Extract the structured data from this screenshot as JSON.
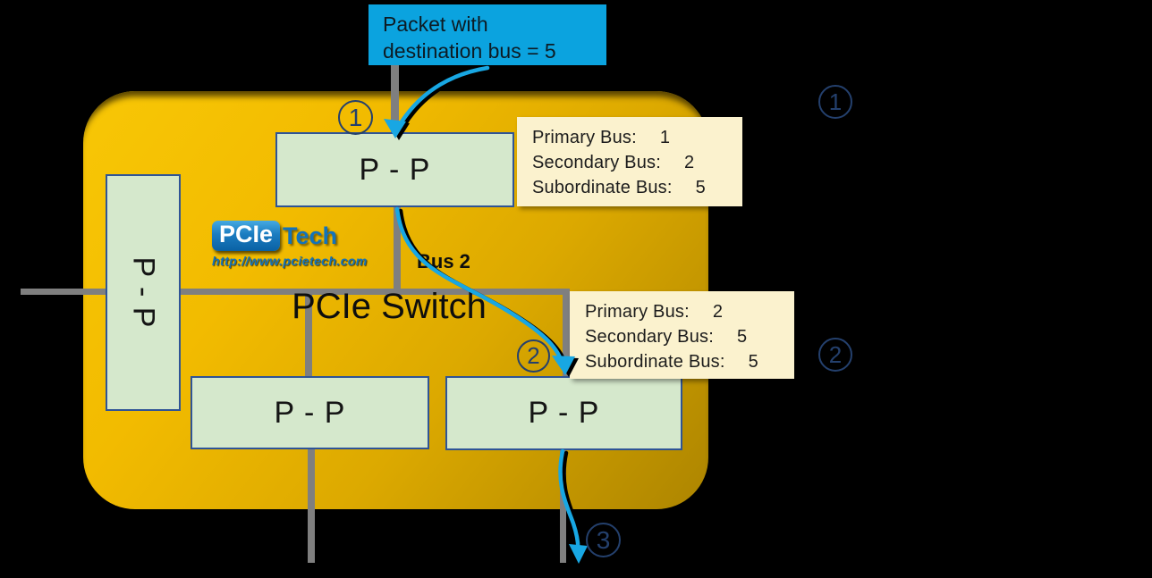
{
  "packet_box": {
    "line1": "Packet with",
    "line2": "destination bus = 5"
  },
  "switch_label": "PCIe Switch",
  "bus_label": "Bus 2",
  "bridges": {
    "top": "P - P",
    "left": "P - P",
    "bottom_left": "P - P",
    "bottom_right": "P - P"
  },
  "annotations": {
    "box1": {
      "rows": [
        {
          "label": "Primary Bus:",
          "value": "1"
        },
        {
          "label": "Secondary Bus:",
          "value": "2"
        },
        {
          "label": "Subordinate Bus:",
          "value": "5"
        }
      ]
    },
    "box2": {
      "rows": [
        {
          "label": "Primary Bus:",
          "value": "2"
        },
        {
          "label": "Secondary Bus:",
          "value": "5"
        },
        {
          "label": "Subordinate Bus:",
          "value": "5"
        }
      ]
    }
  },
  "steps": {
    "diagram": [
      "1",
      "2",
      "3"
    ],
    "margin": [
      "1",
      "2"
    ]
  },
  "logo": {
    "brand_primary": "PCIe",
    "brand_secondary": "Tech",
    "url": "http://www.pcietech.com"
  },
  "colors": {
    "background": "#000000",
    "switch_fill": "#F2BB00",
    "bridge_fill": "#D5E8CC",
    "bridge_border": "#2F5496",
    "packet_fill": "#0BA3DF",
    "annotation_fill": "#FBF2CE",
    "line_gray": "#7F7F7F",
    "arrow_blue": "#18A7E3",
    "step_navy": "#24406D"
  }
}
